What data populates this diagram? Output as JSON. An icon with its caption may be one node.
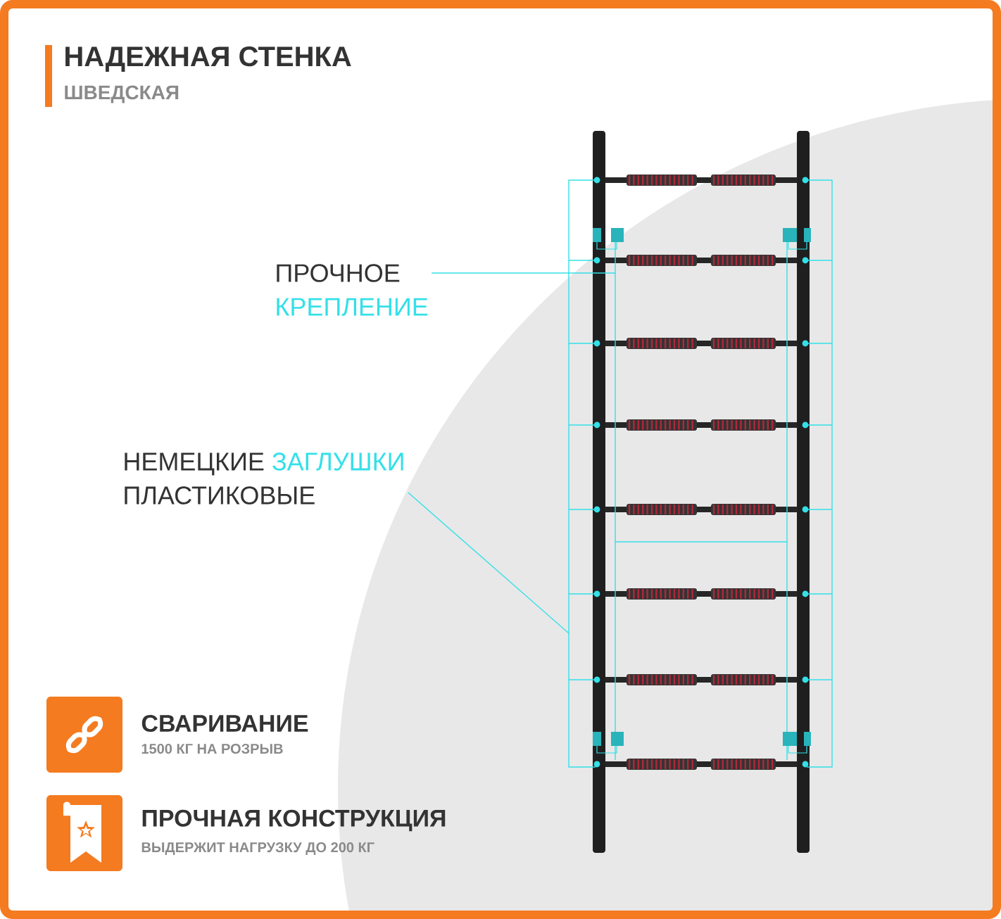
{
  "diagram": {
    "title": "НАДЕЖНАЯ СТЕНКА",
    "nodes": [
      {
        "text": [
          "ПРОЧНОЕ",
          "КРЕПЛЕНИЕ"
        ]
      },
      {
        "text": [
          "НЕМЕЦКИЕ",
          "ЗАГЛУШКИ",
          "ПЛАСТИКОВЫЕ"
        ]
      }
    ],
    "edges": [
      {
        "from": 0,
        "to": null,
        "arrow": "none"
      },
      {
        "from": 1,
        "to": null,
        "arrow": "none"
      }
    ],
    "labels": [
      "ШВЕДСКАЯ",
      "СВАРИВАНИЕ",
      "1500 КГ НА РОЗРЫВ",
      "ПРОЧНАЯ КОНСТРУКЦИЯ",
      "ВЫДЕРЖИТ НАГРУЗКУ ДО 200 КГ"
    ]
  }
}
